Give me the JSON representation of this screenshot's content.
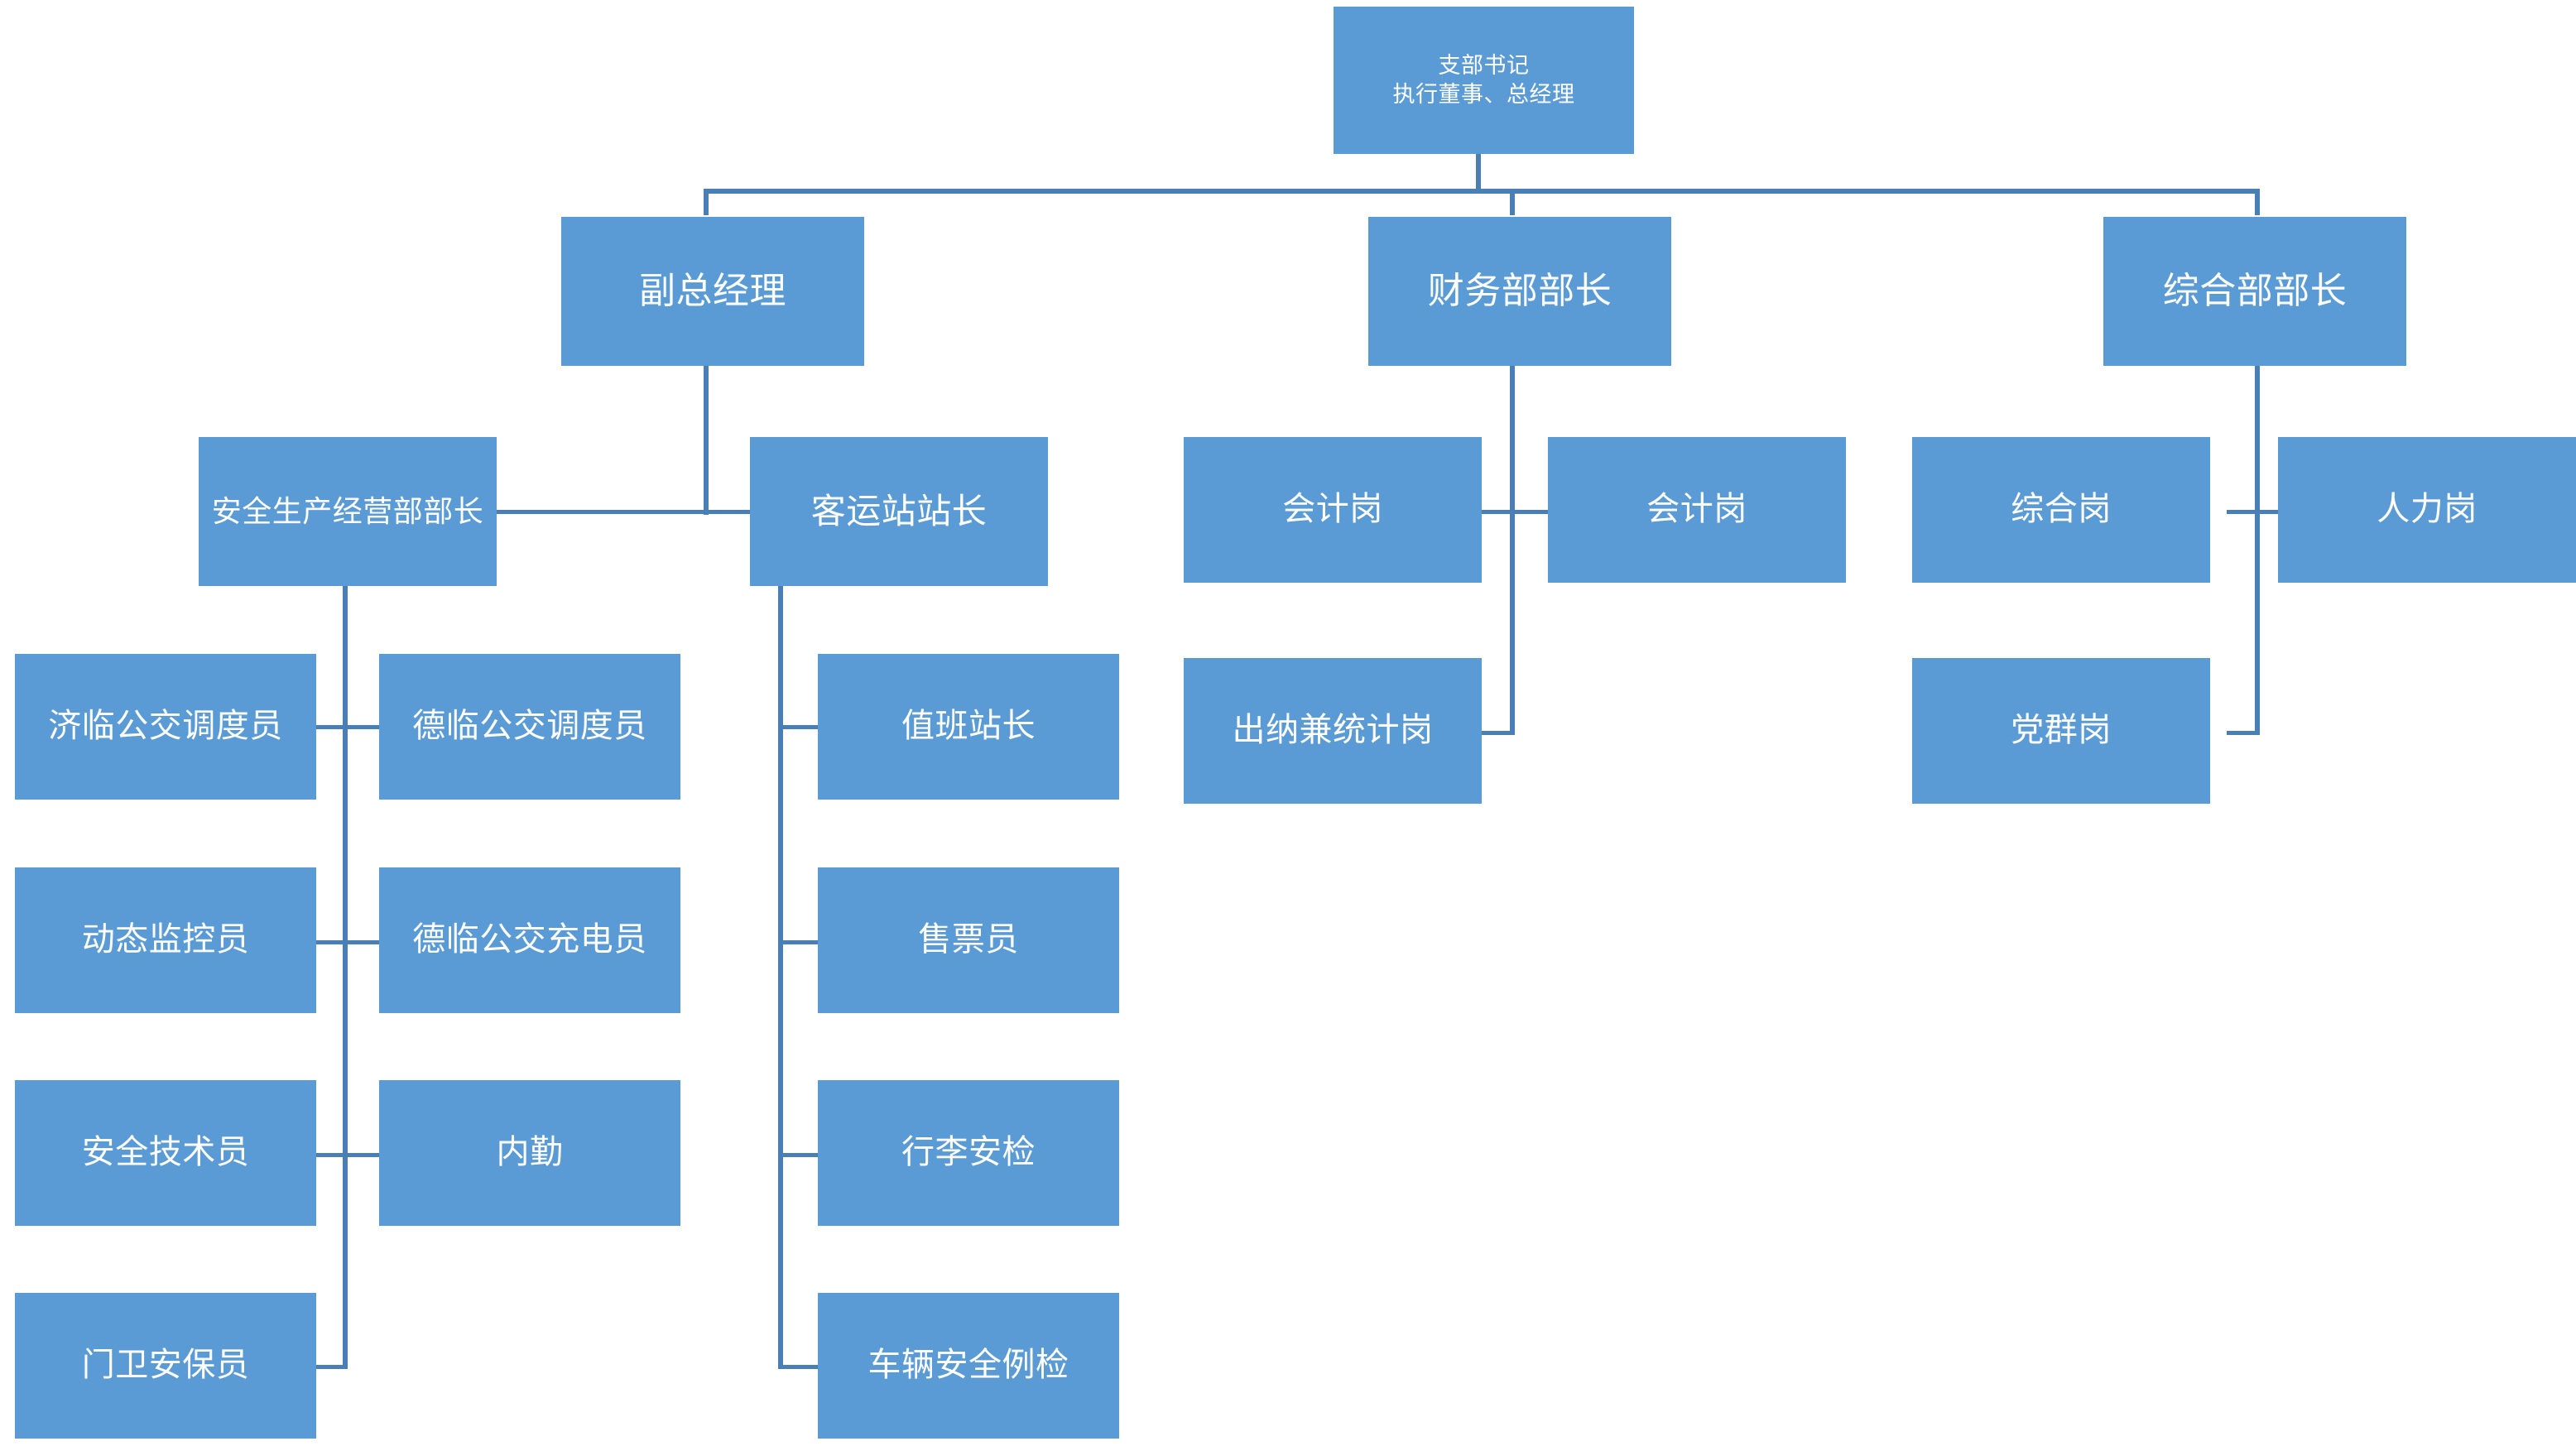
{
  "chart": {
    "type": "org-chart",
    "title": "",
    "theme": {
      "node_fill": "#5b9bd5",
      "node_text": "#ffffff",
      "connector": "#4a7fb5",
      "background": "#ffffff"
    }
  },
  "nodes": {
    "root": {
      "line1": "支部书记",
      "line2": "执行董事、总经理"
    },
    "level2": [
      {
        "id": "deputy-gm",
        "label": "副总经理"
      },
      {
        "id": "finance-head",
        "label": "财务部部长"
      },
      {
        "id": "general-affairs-head",
        "label": "综合部部长"
      }
    ],
    "level3": [
      {
        "id": "safety-production-head",
        "label": "安全生产经营部部长"
      },
      {
        "id": "bus-station-master",
        "label": "客运站站长"
      }
    ],
    "safety_children": [
      {
        "id": "jilin-dispatcher",
        "label": "济临公交调度员"
      },
      {
        "id": "delin-dispatcher",
        "label": "德临公交调度员"
      },
      {
        "id": "dynamic-monitor",
        "label": "动态监控员"
      },
      {
        "id": "delin-charger",
        "label": "德临公交充电员"
      },
      {
        "id": "safety-technician",
        "label": "安全技术员"
      },
      {
        "id": "office-clerk",
        "label": "内勤"
      },
      {
        "id": "gate-security",
        "label": "门卫安保员"
      }
    ],
    "station_children": [
      {
        "id": "duty-station-master",
        "label": "值班站长"
      },
      {
        "id": "ticket-seller",
        "label": "售票员"
      },
      {
        "id": "baggage-security",
        "label": "行李安检"
      },
      {
        "id": "vehicle-safety-check",
        "label": "车辆安全例检"
      }
    ],
    "finance_children": [
      {
        "id": "accountant-1",
        "label": "会计岗"
      },
      {
        "id": "accountant-2",
        "label": "会计岗"
      },
      {
        "id": "cashier-statistics",
        "label": "出纳兼统计岗"
      }
    ],
    "general_children": [
      {
        "id": "general-post",
        "label": "综合岗"
      },
      {
        "id": "hr-post",
        "label": "人力岗"
      },
      {
        "id": "party-mass-post",
        "label": "党群岗"
      }
    ]
  }
}
